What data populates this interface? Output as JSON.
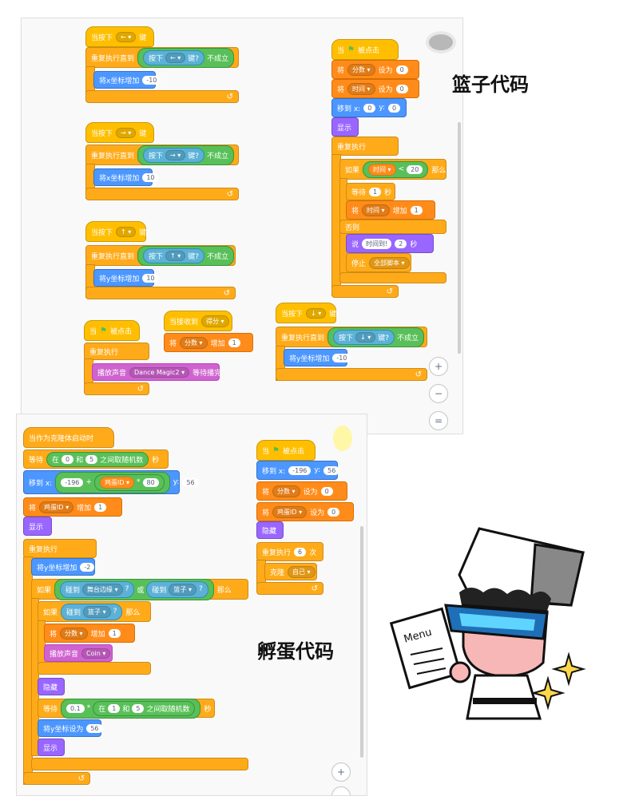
{
  "headings": {
    "basket": "篮子代码",
    "egg": "孵蛋代码"
  },
  "basket": {
    "left_script": {
      "hat": "当按下",
      "key": "←",
      "key_suffix": "键",
      "repeat_until": "重复执行直到",
      "press": "按下",
      "press_key": "←",
      "pressed": "键?",
      "not": "不成立",
      "change_x": "将x坐标增加",
      "value": "-10"
    },
    "right_script": {
      "hat": "当按下",
      "key": "→",
      "key_suffix": "键",
      "repeat_until": "重复执行直到",
      "press": "按下",
      "press_key": "→",
      "pressed": "键?",
      "not": "不成立",
      "change_x": "将x坐标增加",
      "value": "10"
    },
    "up_script": {
      "hat": "当按下",
      "key": "↑",
      "key_suffix": "键",
      "repeat_until": "重复执行直到",
      "press": "按下",
      "press_key": "↑",
      "pressed": "键?",
      "not": "不成立",
      "change_y": "将y坐标增加",
      "value": "10"
    },
    "down_script": {
      "hat": "当按下",
      "key": "↓",
      "key_suffix": "键",
      "repeat_until": "重复执行直到",
      "press": "按下",
      "press_key": "↓",
      "pressed": "键?",
      "not": "不成立",
      "change_y": "将y坐标增加",
      "value": "-10"
    },
    "music_script": {
      "hat_when": "当",
      "hat_clicked": "被点击",
      "forever": "重复执行",
      "play_sound": "播放声音",
      "sound": "Dance Magic2",
      "until_done": "等待播完"
    },
    "receive_script": {
      "hat": "当接收到",
      "message": "得分",
      "set_label": "将",
      "var": "分数",
      "change": "增加",
      "value": "1"
    },
    "main_script": {
      "hat_when": "当",
      "hat_clicked": "被点击",
      "set1_label": "将",
      "set1_var": "分数",
      "set1_to": "设为",
      "set1_val": "0",
      "set2_label": "将",
      "set2_var": "时间",
      "set2_to": "设为",
      "set2_val": "0",
      "goto": "移到 x:",
      "goto_x": "0",
      "goto_y_label": "y:",
      "goto_y": "0",
      "show": "显示",
      "forever": "重复执行",
      "if": "如果",
      "cond_var": "时间",
      "cond_op": "<",
      "cond_val": "20",
      "then": "那么",
      "wait": "等待",
      "wait_val": "1",
      "wait_unit": "秒",
      "change_label": "将",
      "change_var": "时间",
      "change_by": "增加",
      "change_val": "1",
      "else": "否则",
      "say": "说",
      "say_text": "时间到!",
      "say_secs": "2",
      "say_unit": "秒",
      "stop": "停止",
      "stop_opt": "全部脚本"
    }
  },
  "egg": {
    "clone_script": {
      "hat": "当作为克隆体启动时",
      "wait": "等待",
      "in": "在",
      "r1": "0",
      "and": "和",
      "r2": "5",
      "random": "之间取随机数",
      "secs": "秒",
      "goto": "移到 x:",
      "goto_x": "-196",
      "plus": "+",
      "egg_var": "鸡蛋ID",
      "times": "*",
      "mult": "80",
      "y_label": "y:",
      "goto_y": "56",
      "change_label": "将",
      "change_var": "鸡蛋ID",
      "change_by": "增加",
      "change_val": "1",
      "show": "显示",
      "forever": "重复执行",
      "change_y": "将y坐标增加",
      "change_y_val": "-2",
      "if": "如果",
      "touch1": "碰到",
      "edge": "舞台边缘",
      "q": "?",
      "or": "或",
      "touch2": "碰到",
      "basket": "篮子",
      "q2": "?",
      "then": "那么",
      "if2": "如果",
      "touch3": "碰到",
      "basket2": "篮子",
      "q3": "?",
      "then2": "那么",
      "score_label": "将",
      "score_var": "分数",
      "score_by": "增加",
      "score_val": "1",
      "play": "播放声音",
      "sound": "Coin",
      "hide": "隐藏",
      "wait2": "等待",
      "w_mult": "0.1",
      "w_times": "*",
      "w_in": "在",
      "w_r1": "1",
      "w_and": "和",
      "w_r2": "5",
      "w_random": "之间取随机数",
      "w_secs": "秒",
      "set_y": "将y坐标设为",
      "set_y_val": "56",
      "show2": "显示"
    },
    "flag_script": {
      "hat_when": "当",
      "hat_clicked": "被点击",
      "goto": "移到 x:",
      "goto_x": "-196",
      "y_label": "y:",
      "goto_y": "56",
      "set1_label": "将",
      "set1_var": "分数",
      "set1_to": "设为",
      "set1_val": "0",
      "set2_label": "将",
      "set2_var": "鸡蛋ID",
      "set2_to": "设为",
      "set2_val": "0",
      "hide": "隐藏",
      "repeat": "重复执行",
      "repeat_val": "6",
      "repeat_unit": "次",
      "clone": "克隆",
      "clone_target": "自己"
    }
  },
  "zoom": {
    "in": "+",
    "out": "−",
    "reset": "="
  },
  "mascot": {
    "menu_text": "Menu"
  },
  "colors": {
    "events": "#ffbf00",
    "control": "#ffab19",
    "motion": "#4c97ff",
    "variables": "#ff8c1a",
    "looks": "#9966ff",
    "sound": "#cf63cf",
    "operators": "#59c059",
    "sensing": "#5cb1d6"
  }
}
